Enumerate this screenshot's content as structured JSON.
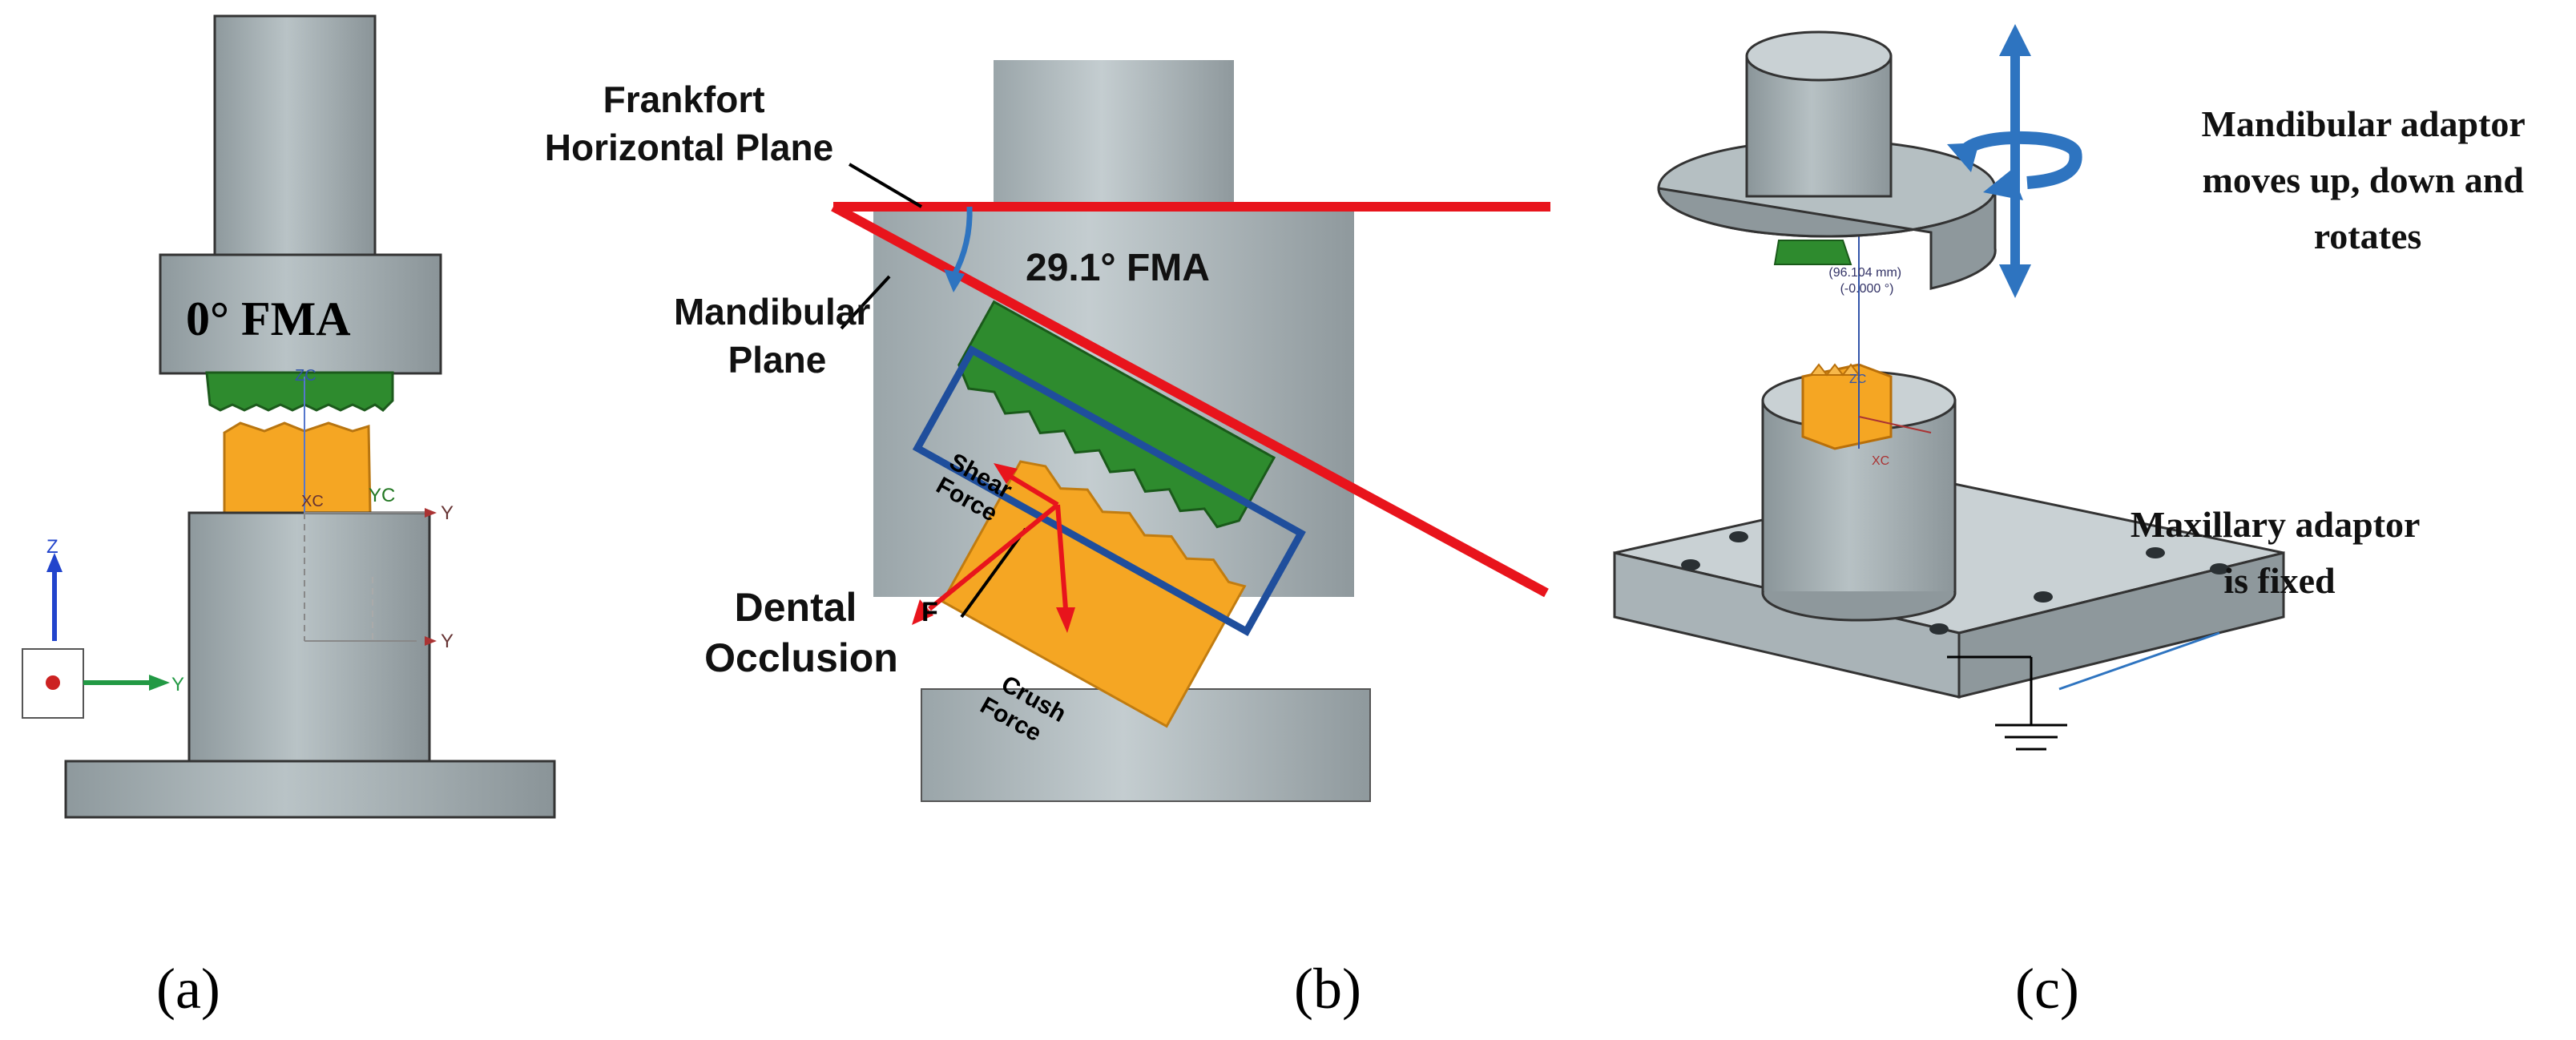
{
  "panels": {
    "a": {
      "caption": "(a)",
      "fma_label": "0° FMA",
      "axis_labels": {
        "z": "Z",
        "y": "Y",
        "zc": "ZC",
        "yc": "YC",
        "xc": "XC",
        "y2": "Y",
        "y3": "Y"
      }
    },
    "b": {
      "caption": "(b)",
      "frankfort_label": [
        "Frankfort",
        "Horizontal Plane"
      ],
      "mandibular_label": [
        "Mandibular",
        "Plane"
      ],
      "angle_label": "29.1° FMA",
      "dental_label": [
        "Dental",
        "Occlusion"
      ],
      "shear_label": [
        "Shear",
        "Force"
      ],
      "crush_label": [
        "Crush",
        "Force"
      ],
      "f_label": "F"
    },
    "c": {
      "caption": "(c)",
      "mandibular_text": [
        "Mandibular adaptor",
        "moves up, down and",
        "rotates"
      ],
      "maxillary_text": [
        "Maxillary adaptor",
        "is fixed"
      ],
      "dimension_text": [
        "(96.104 mm)",
        "(-0.000 °)"
      ],
      "axis_labels": {
        "zc": "ZC",
        "xc": "XC"
      }
    }
  },
  "colors": {
    "metal": "#a9b4b8",
    "metal_dark": "#7d888c",
    "green": "#2e8b2e",
    "orange": "#f5a623",
    "red": "#e8141c",
    "blue_box": "#1f4e9c",
    "arrow_blue": "#2e74c0"
  }
}
